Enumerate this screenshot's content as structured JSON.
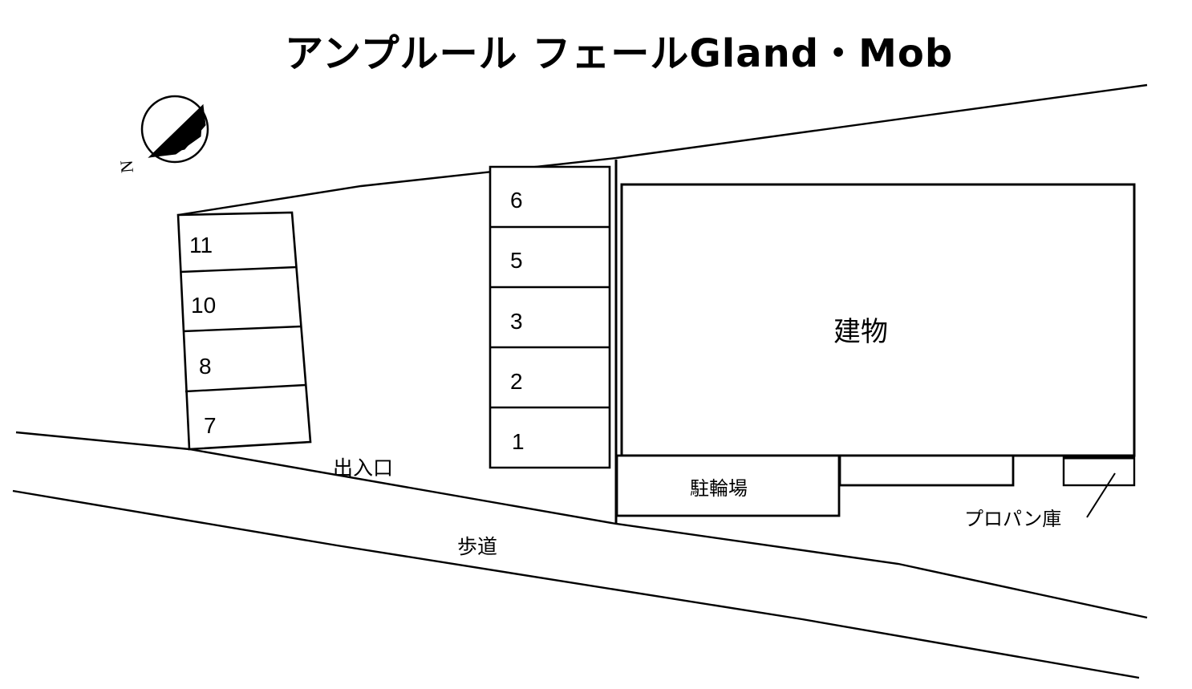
{
  "title": "アンプルール フェールGland・Mob",
  "compass": {
    "label": "N",
    "name": "north-arrow"
  },
  "colors": {
    "line": "#000000",
    "background": "#ffffff",
    "fill": "#ffffff"
  },
  "parking_left": {
    "name": "left-parking-block",
    "stalls": [
      {
        "number": "11"
      },
      {
        "number": "10"
      },
      {
        "number": "8"
      },
      {
        "number": "7"
      }
    ]
  },
  "parking_middle": {
    "name": "middle-parking-block",
    "stalls": [
      {
        "number": "6"
      },
      {
        "number": "5"
      },
      {
        "number": "3"
      },
      {
        "number": "2"
      },
      {
        "number": "1"
      }
    ]
  },
  "building": {
    "label": "建物"
  },
  "facilities": {
    "bicycle_parking": "駐輪場",
    "propane_storage": "プロパン庫"
  },
  "roads": {
    "entrance": "出入口",
    "sidewalk": "歩道"
  }
}
